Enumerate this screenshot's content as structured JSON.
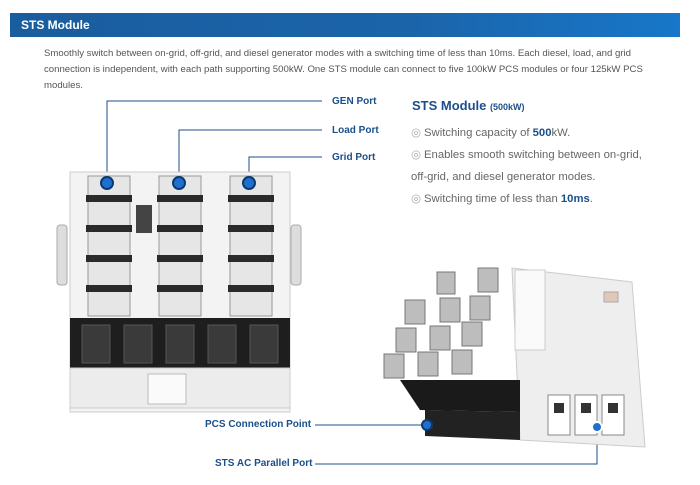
{
  "header": {
    "title": "STS Module"
  },
  "intro": "Smoothly switch between on-grid, off-grid, and diesel generator modes with a switching time of less than 10ms. Each diesel, load, and grid connection is independent, with each path supporting 500kW. One STS module can connect to five 100kW PCS modules or four 125kW PCS modules.",
  "labels": {
    "gen_port": "GEN Port",
    "load_port": "Load Port",
    "grid_port": "Grid Port",
    "pcs_point": "PCS Connection Point",
    "ac_port": "STS AC Parallel Port"
  },
  "spec": {
    "title": "STS Module",
    "title_sub": "(500kW)",
    "bullet_glyph": "◎",
    "line1_pre": "Switching capacity of ",
    "line1_val": "500",
    "line1_post": "kW.",
    "line2a": "Enables smooth switching between on-grid,",
    "line2b": "off-grid, and diesel generator modes.",
    "line3_pre": "Switching time of less than ",
    "line3_val": "10ms",
    "line3_post": "."
  },
  "colors": {
    "accent": "#1b4f8a",
    "header": "#1b64aa",
    "port_dot": "#1e6fd0"
  }
}
